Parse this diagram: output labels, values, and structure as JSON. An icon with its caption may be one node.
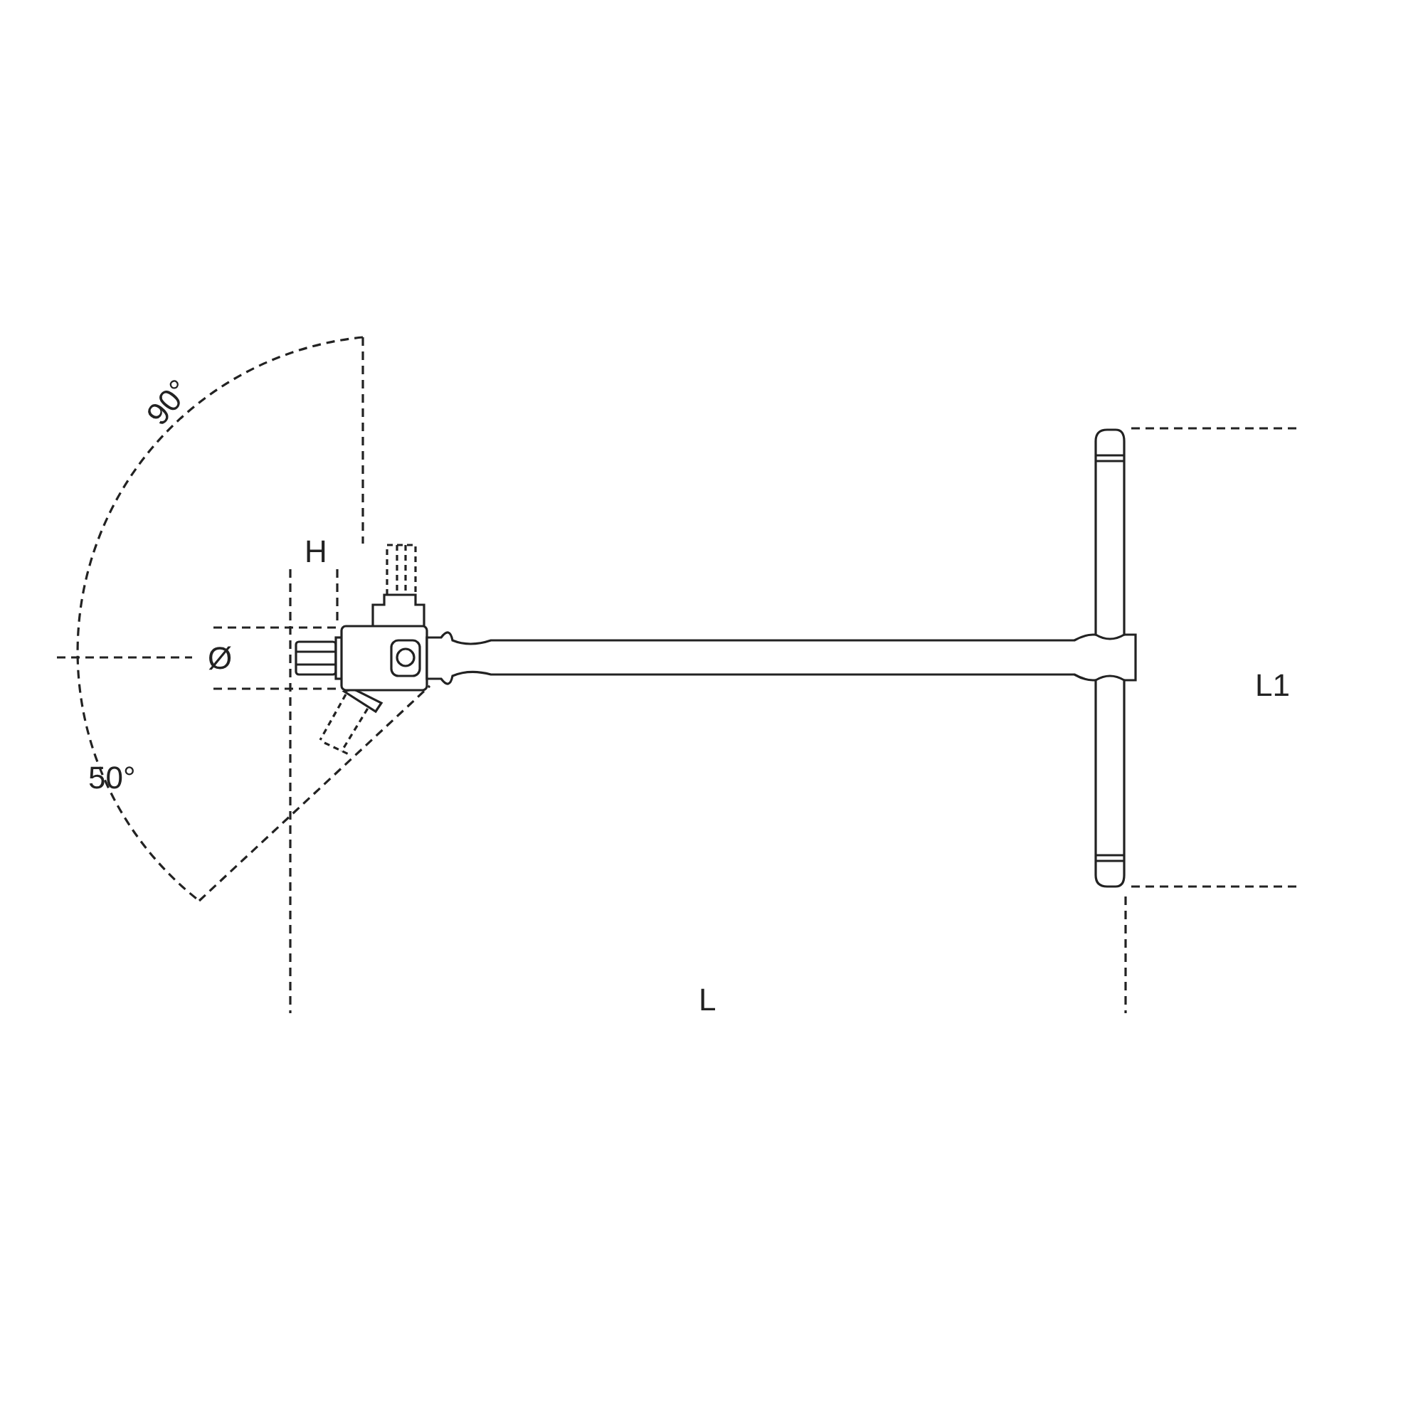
{
  "diagram": {
    "labels": [
      "90°",
      "H",
      "Ø",
      "L1",
      "50°",
      "L"
    ]
  }
}
